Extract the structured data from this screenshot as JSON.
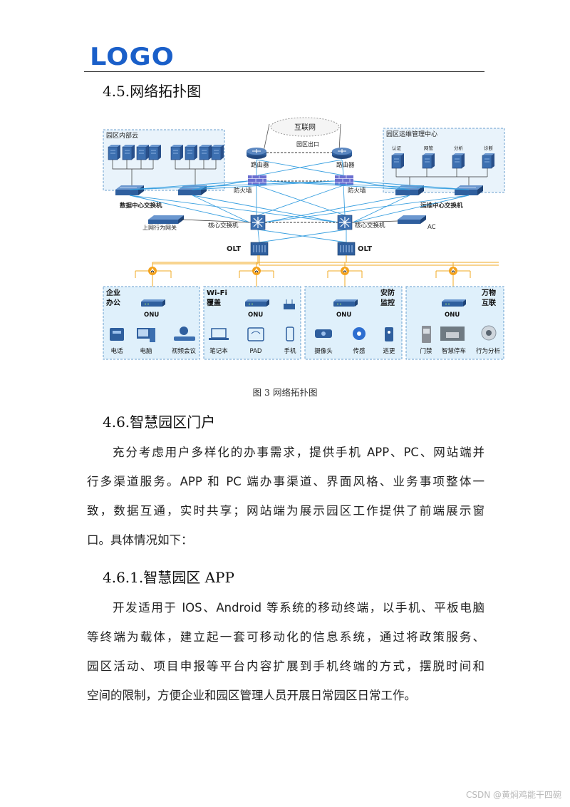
{
  "header": {
    "logo_text": "LOGO"
  },
  "section_45": {
    "title": "4.5.网络拓扑图"
  },
  "figure": {
    "caption": "图 3 网络拓扑图",
    "internet": "互联网",
    "park_exit": "园区出口",
    "router": "路由器",
    "firewall": "防火墙",
    "core_switch": "核心交换机",
    "olt": "OLT",
    "onu": "ONU",
    "cloud_box_title": "园区内部云",
    "dc_switch": "数据中心交换机",
    "ops_box_title": "园区运维管理中心",
    "ops_servers": [
      "认证",
      "网管",
      "分析",
      "诊断"
    ],
    "ops_switch": "运维中心交换机",
    "behavior_gateway": "上网行为网关",
    "ac": "AC",
    "groups": [
      {
        "title_line1": "企业",
        "title_line2": "办公",
        "devices": [
          "电话",
          "电脑",
          "视频会议"
        ]
      },
      {
        "title_line1": "Wi-Fi",
        "title_line2": "覆盖",
        "devices": [
          "笔记本",
          "PAD",
          "手机"
        ]
      },
      {
        "title_line1": "安防",
        "title_line2": "监控",
        "devices": [
          "摄像头",
          "传感",
          "巡更"
        ]
      },
      {
        "title_line1": "万物",
        "title_line2": "互联",
        "devices": [
          "门禁",
          "智慧停车",
          "行为分析"
        ]
      }
    ]
  },
  "section_46": {
    "title": "4.6.智慧园区门户",
    "paragraph_lines": [
      "充分考虑用户多样化的办事需求，提供手机 APP、PC、网站端并",
      "行多渠道服务。APP 和 PC 端办事渠道、界面风格、业务事项整体一",
      "致，数据互通，实时共享；网站端为展示园区工作提供了前端展示窗",
      "口。具体情况如下："
    ]
  },
  "section_461": {
    "title": "4.6.1.智慧园区 APP",
    "paragraph_lines": [
      "开发适用于 IOS、Android 等系统的移动终端，以手机、平板电脑",
      "等终端为载体，建立起一套可移动化的信息系统，通过将政策服务、",
      "园区活动、项目申报等平台内容扩展到手机终端的方式，摆脱时间和",
      "空间的限制，方便企业和园区管理人员开展日常园区日常工作。"
    ]
  },
  "watermark": "CSDN @黄焖鸡能干四碗"
}
